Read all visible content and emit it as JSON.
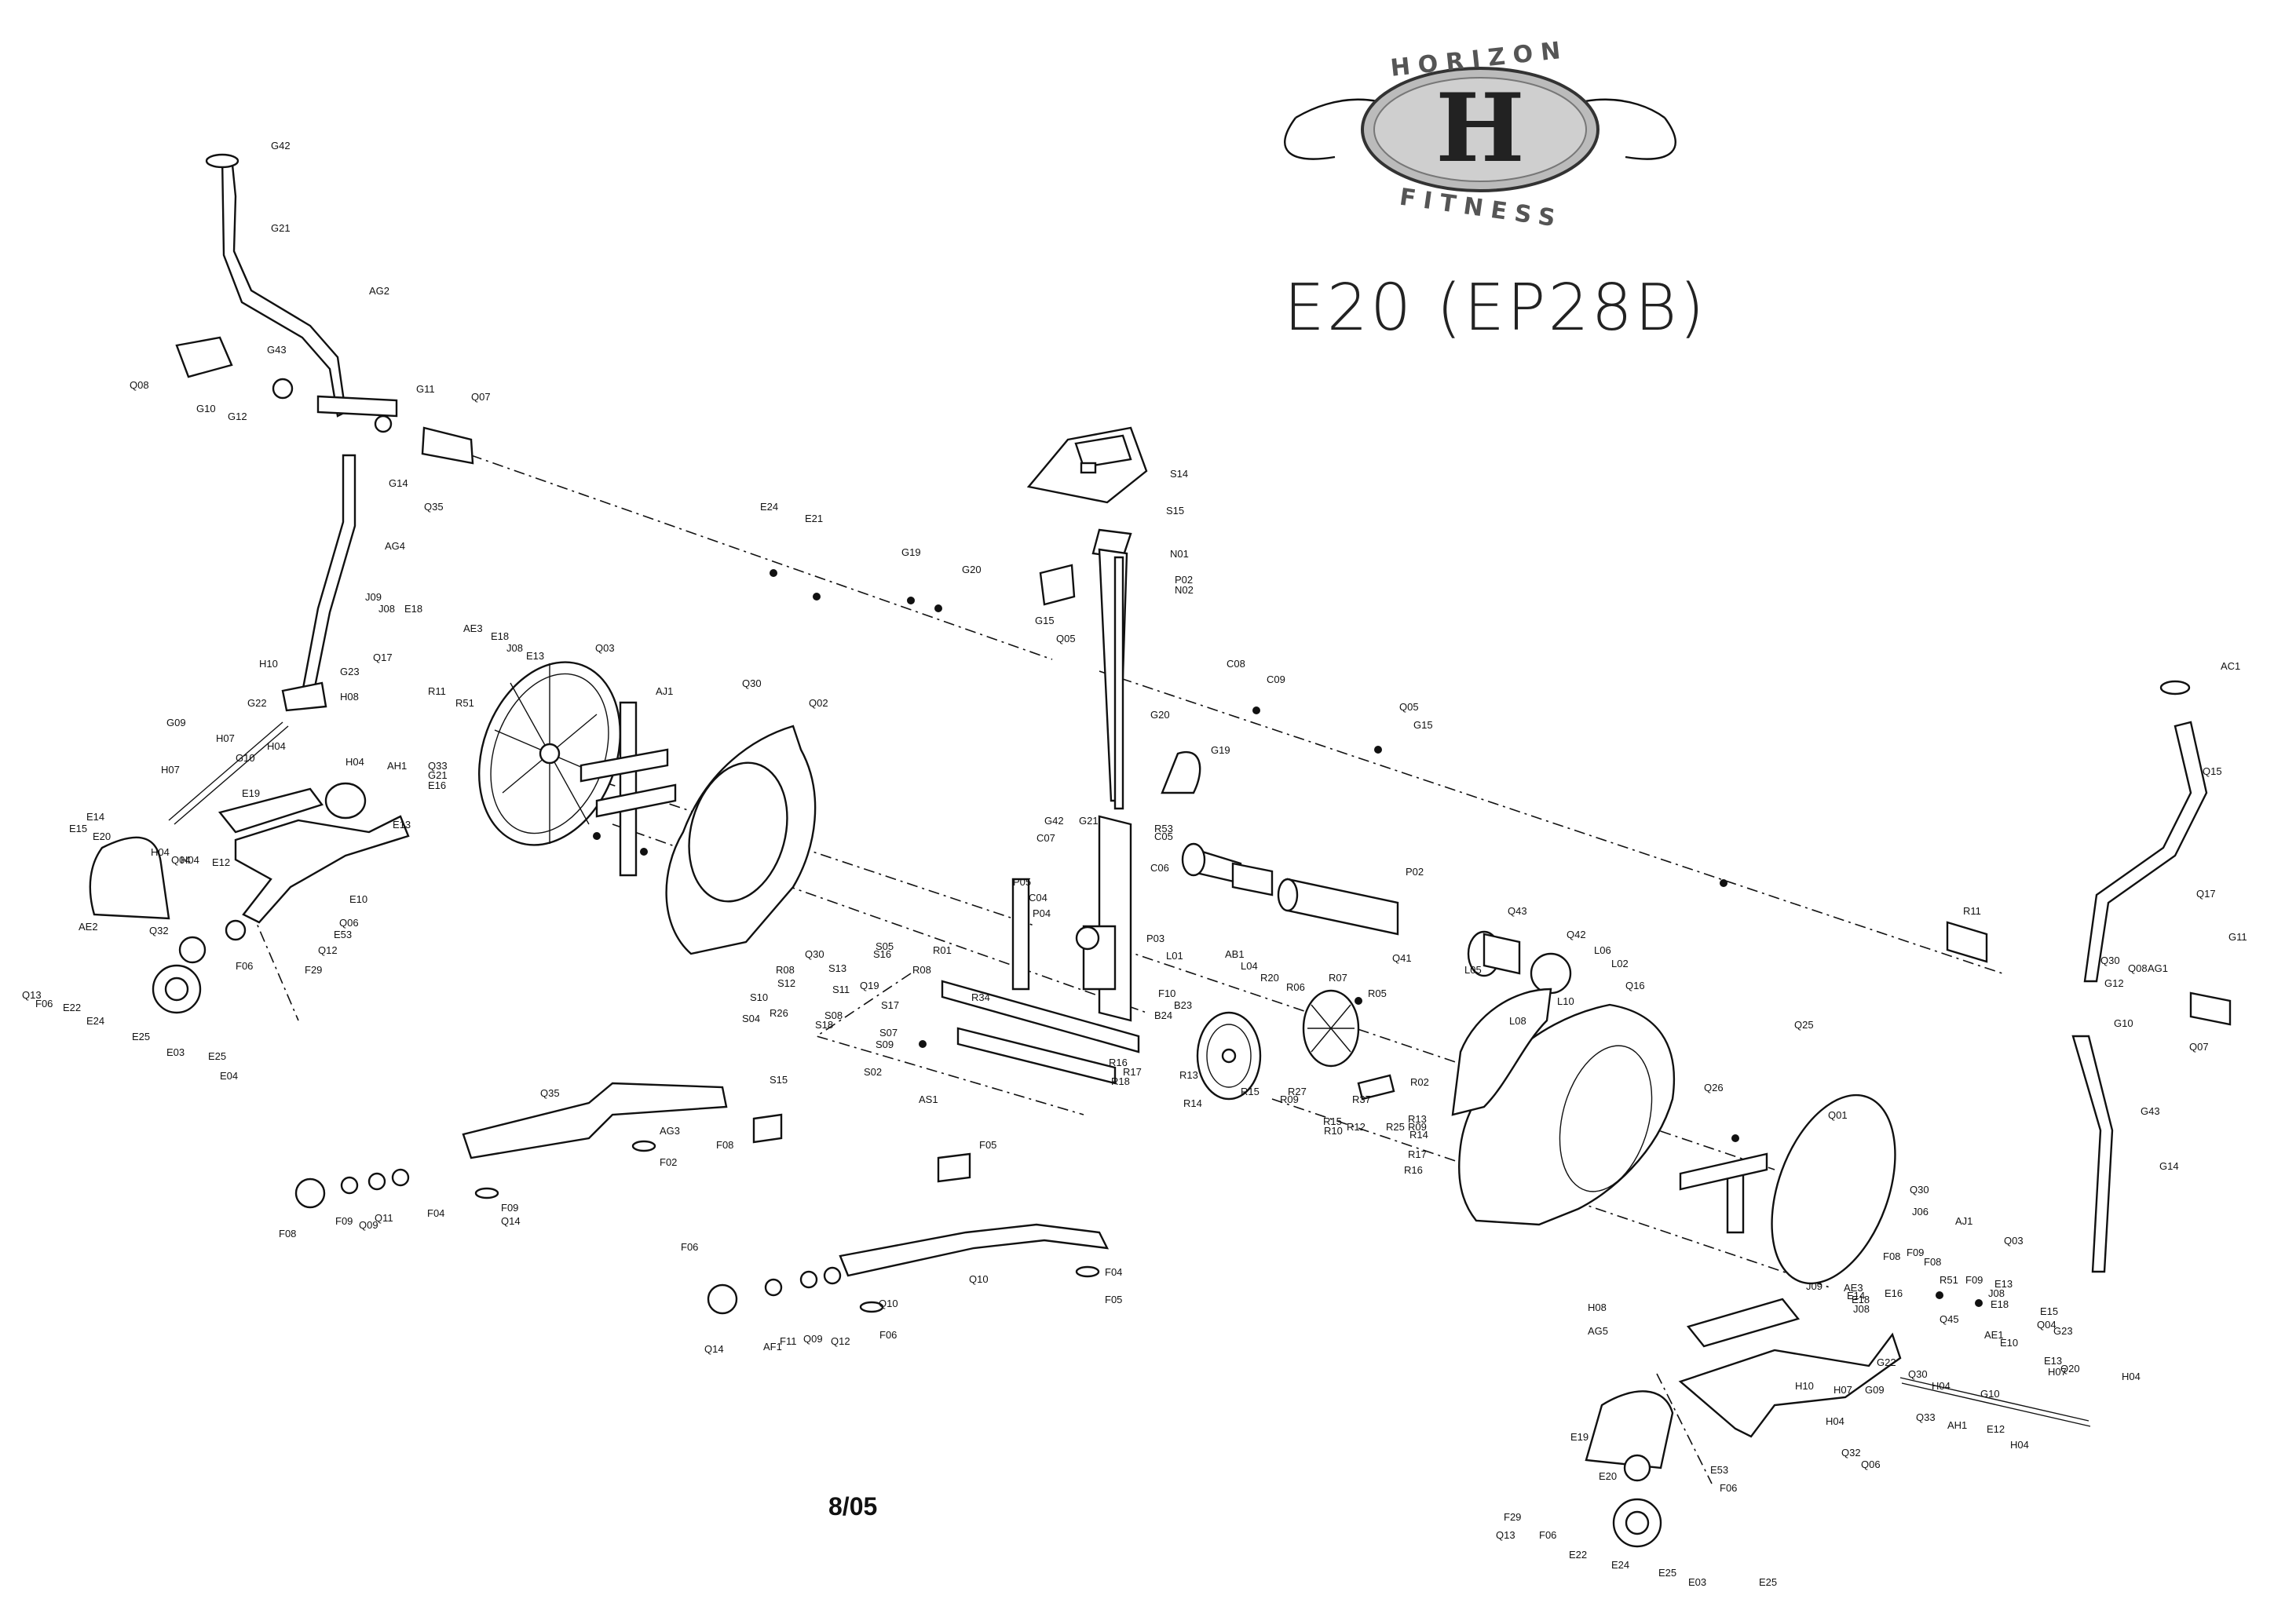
{
  "logo": {
    "top_text": "HORIZON",
    "bottom_text": "FITNESS",
    "monogram": "H"
  },
  "title": "E20 (EP28B)",
  "date_code": "8/05",
  "labels": [
    "G42",
    "G21",
    "AG2",
    "Q08",
    "G43",
    "G10",
    "G12",
    "G11",
    "Q07",
    "G14",
    "Q35",
    "AG4",
    "J09",
    "J08",
    "E18",
    "AE3",
    "E18",
    "J08",
    "E13",
    "Q03",
    "H10",
    "G23",
    "Q17",
    "R11",
    "R51",
    "AJ1",
    "Q30",
    "Q02",
    "H08",
    "G09",
    "G22",
    "H07",
    "H04",
    "G10",
    "H07",
    "H04",
    "AH1",
    "Q33",
    "G21",
    "E16",
    "E14",
    "E15",
    "E20",
    "E19",
    "H04",
    "Q04",
    "H04",
    "E12",
    "E13",
    "E10",
    "AE2",
    "Q32",
    "Q06",
    "E53",
    "Q12",
    "F06",
    "F29",
    "Q13",
    "F06",
    "E22",
    "E24",
    "E25",
    "E03",
    "E25",
    "E04",
    "E24",
    "E21",
    "G19",
    "G20",
    "G15",
    "Q05",
    "S14",
    "S15",
    "N01",
    "P02",
    "N02",
    "C08",
    "C09",
    "Q05",
    "G15",
    "G20",
    "G19",
    "AC1",
    "Q15",
    "G42",
    "G21",
    "R53",
    "C05",
    "C07",
    "C06",
    "P05",
    "C04",
    "P04",
    "P02",
    "P03",
    "L01",
    "AB1",
    "L04",
    "R20",
    "R01",
    "R08",
    "Q19",
    "R34",
    "Q30",
    "R08",
    "S13",
    "S05",
    "S16",
    "S12",
    "S11",
    "S10",
    "S17",
    "R26",
    "S08",
    "S04",
    "S18",
    "S07",
    "S09",
    "S15",
    "S02",
    "AS1",
    "F10",
    "B23",
    "B24",
    "R16",
    "R17",
    "R18",
    "R13",
    "R14",
    "R15",
    "R09",
    "R06",
    "R07",
    "R05",
    "R27",
    "R37",
    "R02",
    "R15",
    "R10",
    "R12",
    "R25",
    "R09",
    "R13",
    "R14",
    "R17",
    "R16",
    "Q41",
    "Q43",
    "Q42",
    "L06",
    "L02",
    "L05",
    "L10",
    "L08",
    "Q16",
    "Q25",
    "Q26",
    "Q01",
    "Q30",
    "J06",
    "AJ1",
    "Q03",
    "R51",
    "R11",
    "Q17",
    "Q30",
    "Q08",
    "AG1",
    "G11",
    "G12",
    "G10",
    "Q07",
    "G43",
    "G14",
    "Q35",
    "AG3",
    "F02",
    "F08",
    "F09",
    "Q14",
    "F08",
    "F09",
    "Q09",
    "Q11",
    "F04",
    "F05",
    "Q10",
    "F06",
    "Q14",
    "AF1",
    "F11",
    "Q09",
    "Q12",
    "F04",
    "F05",
    "Q10",
    "F06",
    "F08",
    "F09",
    "F08",
    "F09",
    "E13",
    "J08",
    "E18",
    "AE3",
    "E18",
    "J08",
    "J09",
    "E16",
    "E14",
    "E15",
    "Q04",
    "G23",
    "H08",
    "AG5",
    "H10",
    "G22",
    "Q30",
    "Q45",
    "AE1",
    "E10",
    "E13",
    "Q20",
    "H07",
    "H04",
    "H04",
    "G10",
    "H07",
    "G09",
    "Q33",
    "AH1",
    "E12",
    "H04",
    "H04",
    "E19",
    "E20",
    "Q32",
    "Q06",
    "E53",
    "F06",
    "F29",
    "Q13",
    "F06",
    "E22",
    "E24",
    "E25",
    "E03",
    "E25",
    "E04",
    "E24",
    "E21"
  ]
}
